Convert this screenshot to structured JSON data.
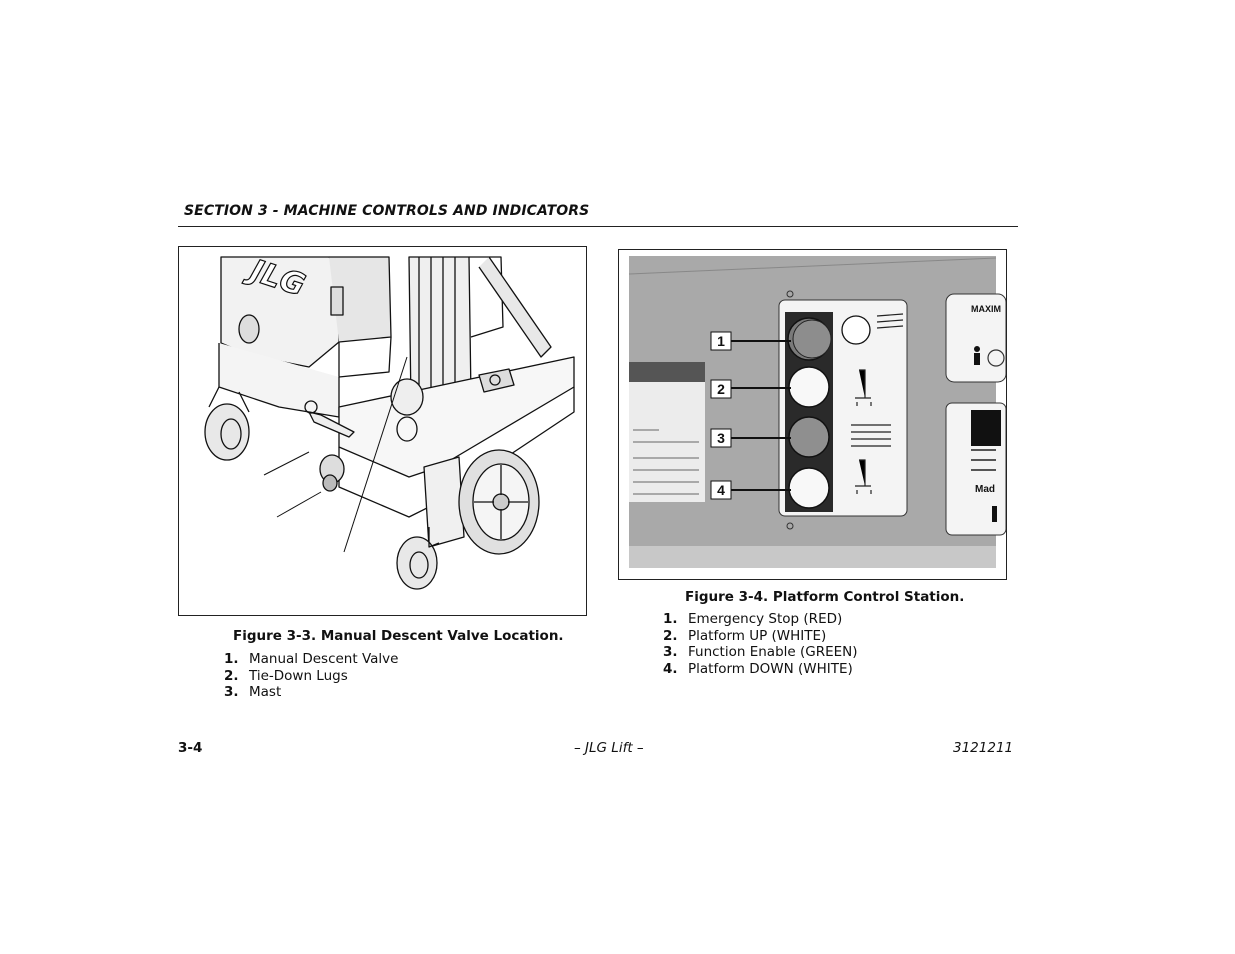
{
  "header": {
    "section_title": "SECTION 3 - MACHINE CONTROLS AND INDICATORS"
  },
  "figure_3_3": {
    "caption": "Figure 3-3.  Manual Descent Valve Location.",
    "illustration_logo": "JLG",
    "items": [
      {
        "num": "1.",
        "label": "Manual Descent Valve"
      },
      {
        "num": "2.",
        "label": "Tie-Down Lugs"
      },
      {
        "num": "3.",
        "label": "Mast"
      }
    ]
  },
  "figure_3_4": {
    "caption": "Figure 3-4.  Platform Control Station.",
    "callouts": [
      "1",
      "2",
      "3",
      "4"
    ],
    "panel_text_maxim": "MAXIM",
    "panel_text_mad": "Mad",
    "items": [
      {
        "num": "1.",
        "label": "Emergency Stop (RED)"
      },
      {
        "num": "2.",
        "label": "Platform UP (WHITE)"
      },
      {
        "num": "3.",
        "label": "Function Enable (GREEN)"
      },
      {
        "num": "4.",
        "label": "Platform DOWN (WHITE)"
      }
    ]
  },
  "footer": {
    "page_number": "3-4",
    "center": "– JLG Lift –",
    "doc_number": "3121211"
  }
}
